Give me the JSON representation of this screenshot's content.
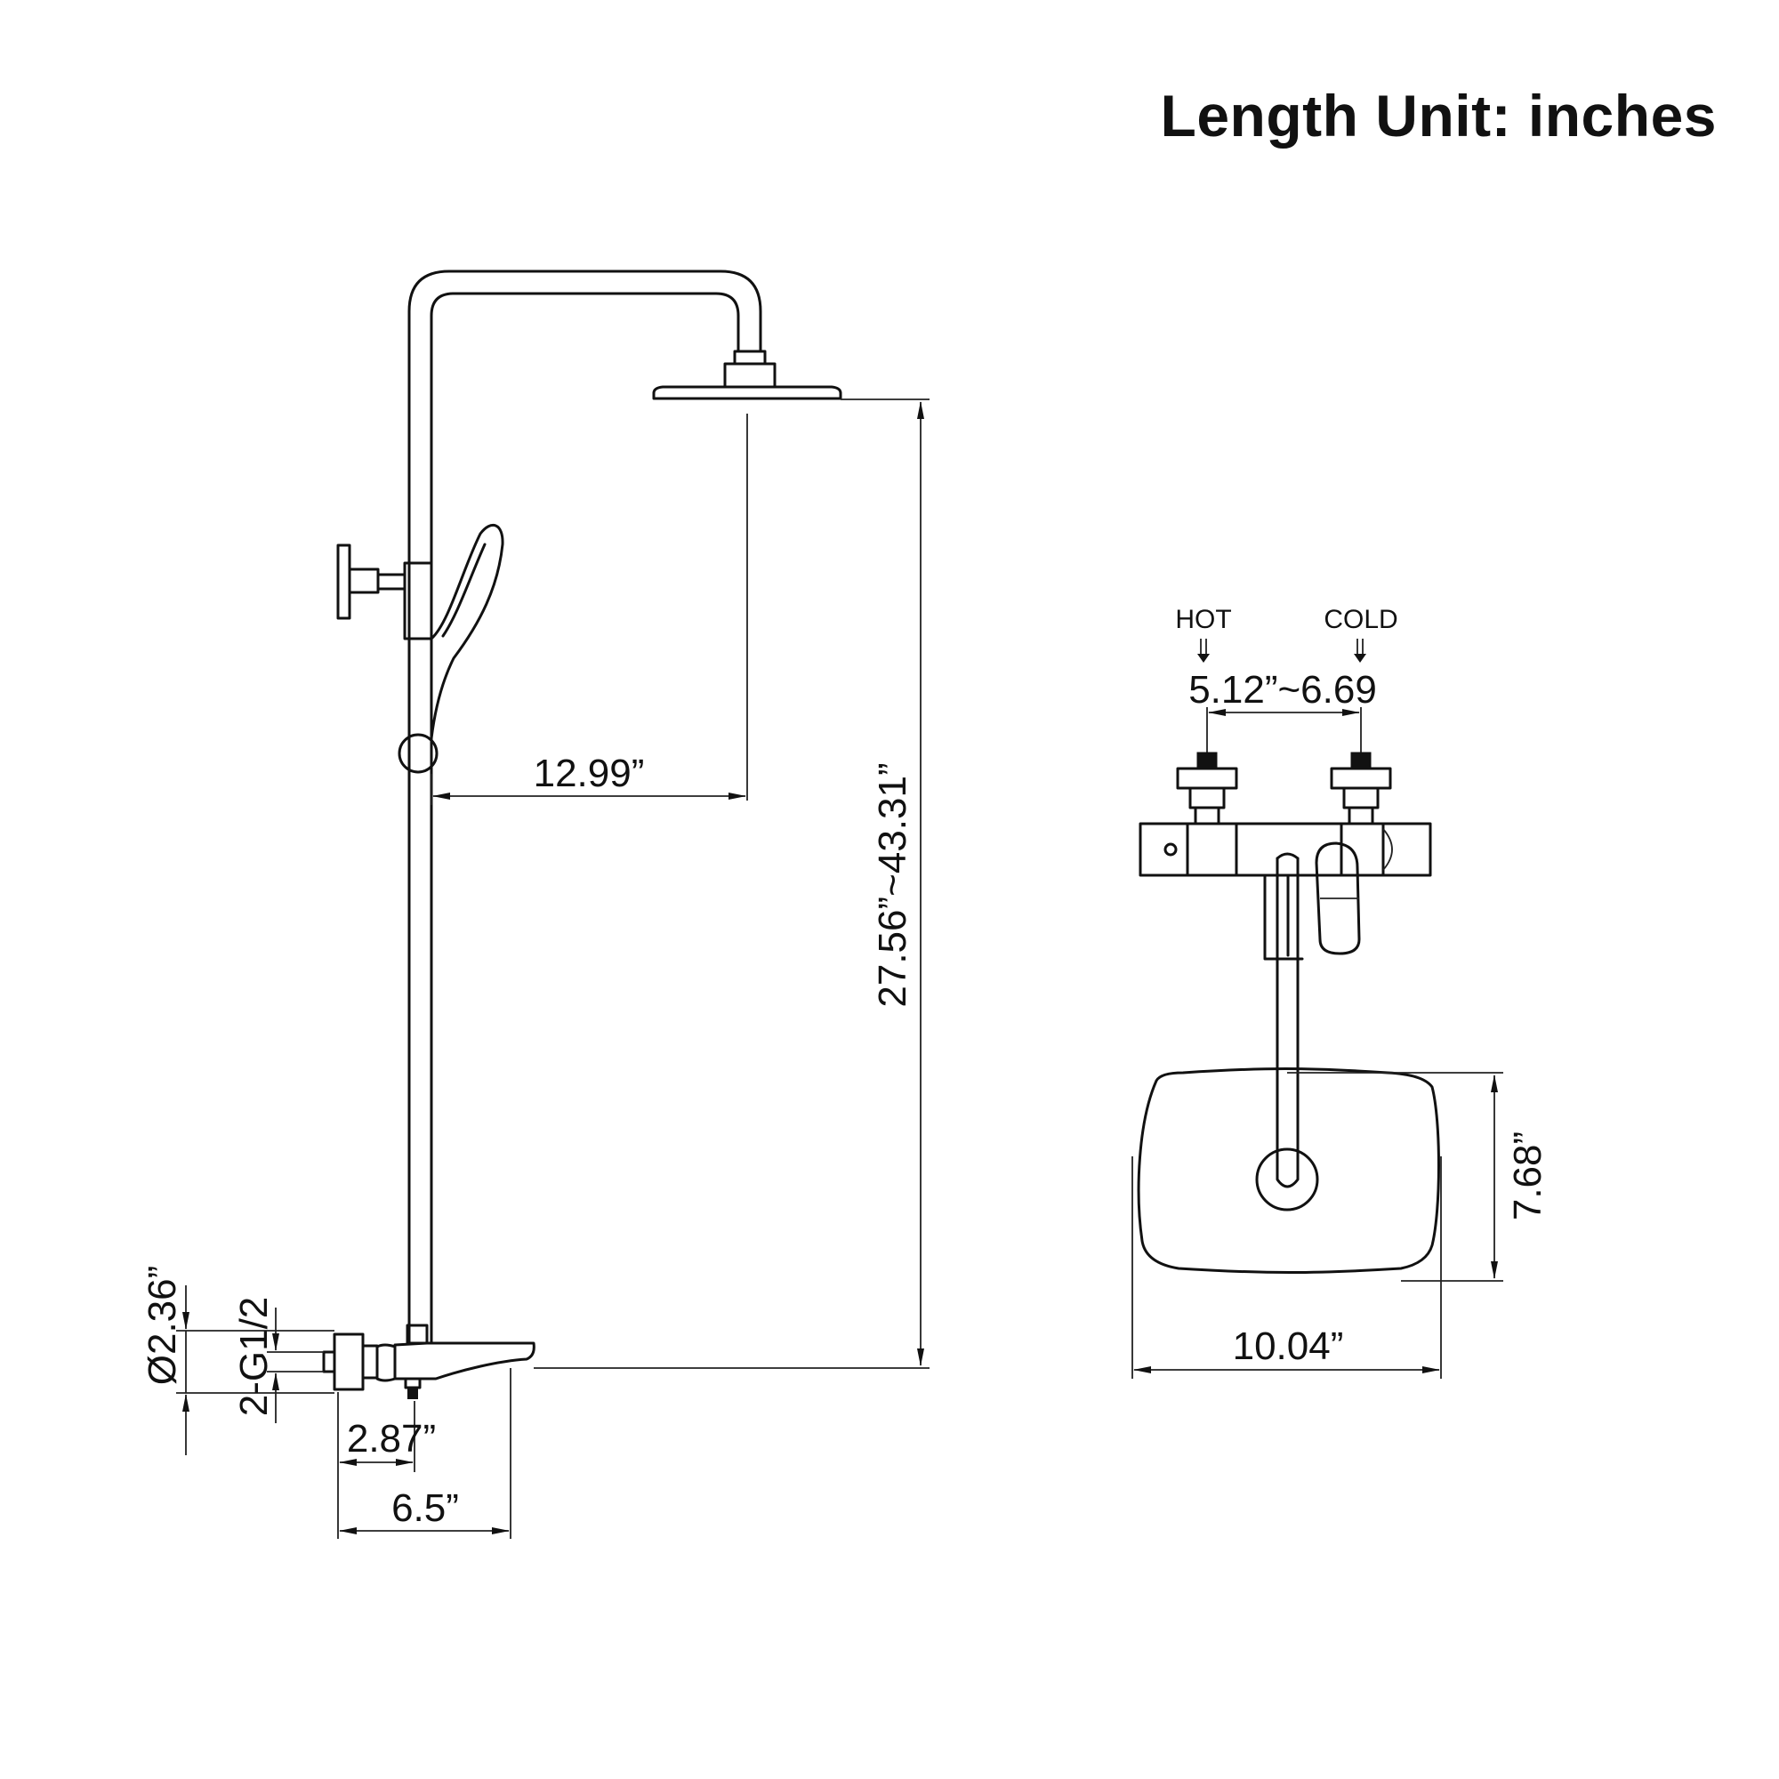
{
  "title": "Length Unit: inches",
  "front_view": {
    "dim_height": "27.56”~43.31”",
    "dim_reach": "12.99”",
    "dim_diameter": "Ø2.36”",
    "dim_thread": "2-G1/2",
    "dim_depth_inner": "2.87”",
    "dim_depth_outer": "6.5”"
  },
  "top_view": {
    "hot_label": "HOT",
    "cold_label": "COLD",
    "dim_centers": "5.12”~6.69",
    "dim_head_depth": "7.68”",
    "dim_head_width": "10.04”"
  }
}
